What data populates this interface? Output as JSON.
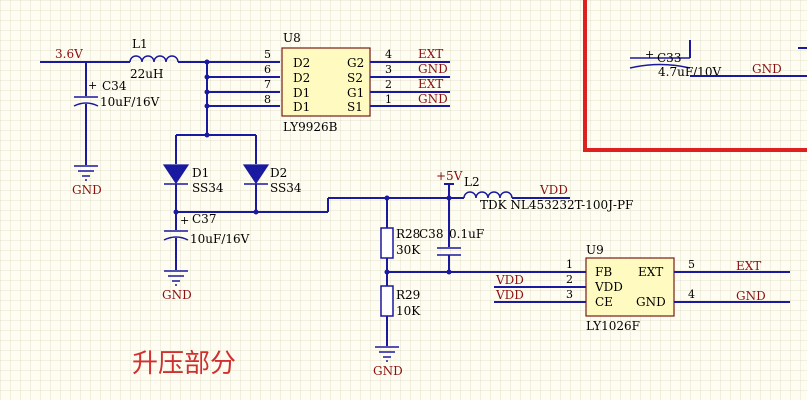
{
  "title": "升压部分",
  "nets": {
    "v36": "3.6V",
    "p5v": "+5V",
    "vdd": "VDD",
    "ext": "EXT",
    "gnd": "GND"
  },
  "parts": {
    "l1": {
      "ref": "L1",
      "value": "22uH"
    },
    "c34": {
      "ref": "C34",
      "value": "10uF/16V"
    },
    "u8": {
      "ref": "U8",
      "value": "LY9926B",
      "pins": [
        {
          "num": "5",
          "name": "D2",
          "right": "G2",
          "rnum": "4",
          "net": "EXT"
        },
        {
          "num": "6",
          "name": "D2",
          "right": "S2",
          "rnum": "3",
          "net": "GND"
        },
        {
          "num": "7",
          "name": "D1",
          "right": "G1",
          "rnum": "2",
          "net": "EXT"
        },
        {
          "num": "8",
          "name": "D1",
          "right": "S1",
          "rnum": "1",
          "net": "GND"
        }
      ]
    },
    "d1": {
      "ref": "D1",
      "value": "SS34"
    },
    "d2": {
      "ref": "D2",
      "value": "SS34"
    },
    "c37": {
      "ref": "C37",
      "value": "10uF/16V"
    },
    "l2": {
      "ref": "L2",
      "value": "TDK NL453232T-100J-PF"
    },
    "r28": {
      "ref": "R28",
      "value": "30K"
    },
    "c38": {
      "ref": "C38",
      "value": "0.1uF"
    },
    "r29": {
      "ref": "R29",
      "value": "10K"
    },
    "u9": {
      "ref": "U9",
      "value": "LY1026F",
      "pins": [
        {
          "num": "1",
          "name": "FB",
          "right": "EXT",
          "rnum": "5",
          "lnet": "",
          "rnet": "EXT"
        },
        {
          "num": "2",
          "name": "VDD",
          "right": "",
          "rnum": "",
          "lnet": "VDD",
          "rnet": ""
        },
        {
          "num": "3",
          "name": "CE",
          "right": "GND",
          "rnum": "4",
          "lnet": "VDD",
          "rnet": "GND"
        }
      ]
    },
    "c33": {
      "ref": "C33",
      "value": "4.7uF/10V"
    }
  }
}
